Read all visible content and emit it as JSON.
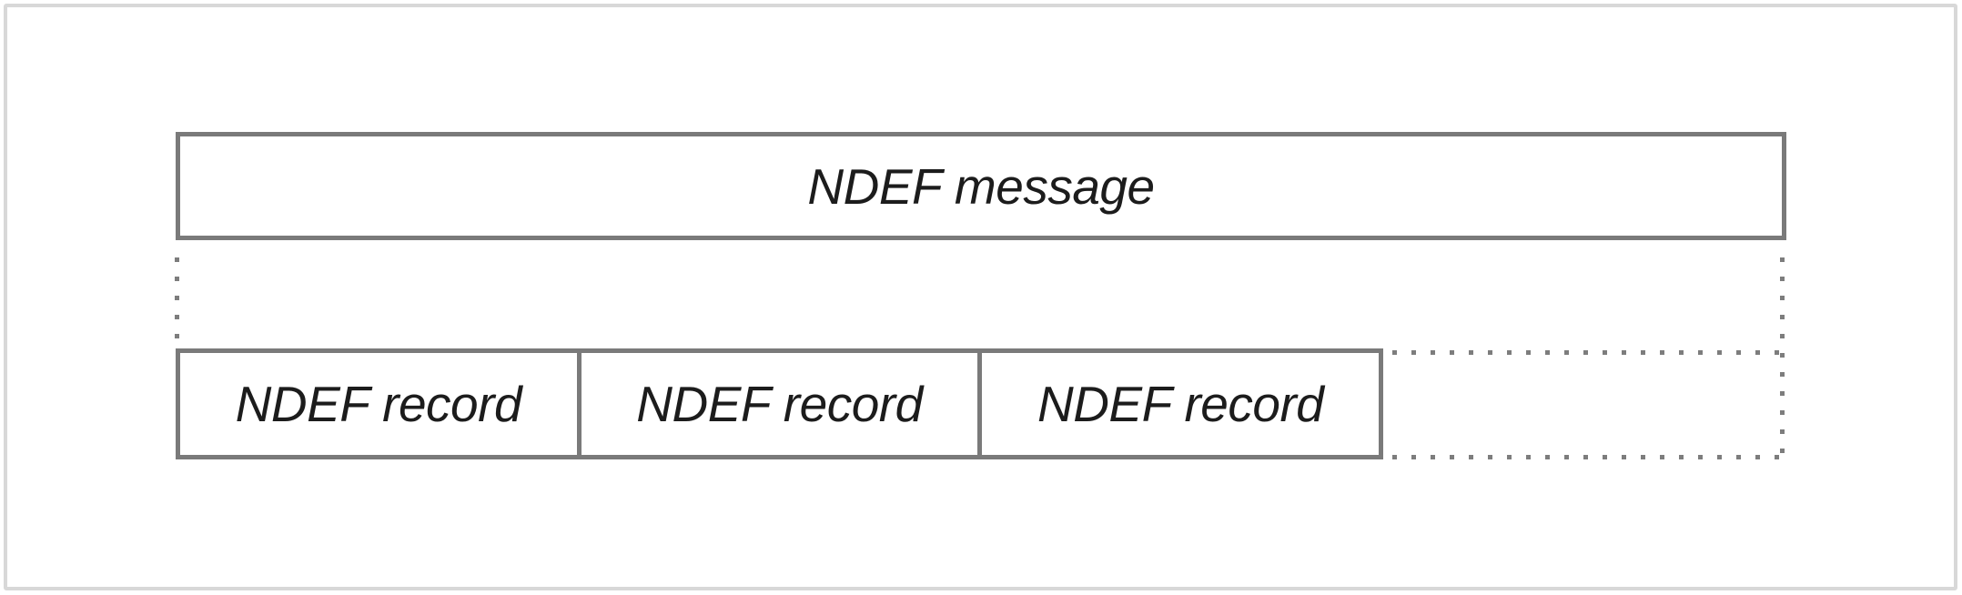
{
  "figure": {
    "message_box": {
      "label": "NDEF message"
    },
    "record_boxes": [
      {
        "label": "NDEF record"
      },
      {
        "label": "NDEF record"
      },
      {
        "label": "NDEF record"
      }
    ],
    "colors": {
      "box_border": "#7a7a7a",
      "dotted_line": "#7d7d7d",
      "text": "#1c1c1c",
      "outer_frame": "#d8d8d8",
      "background": "#ffffff"
    }
  }
}
